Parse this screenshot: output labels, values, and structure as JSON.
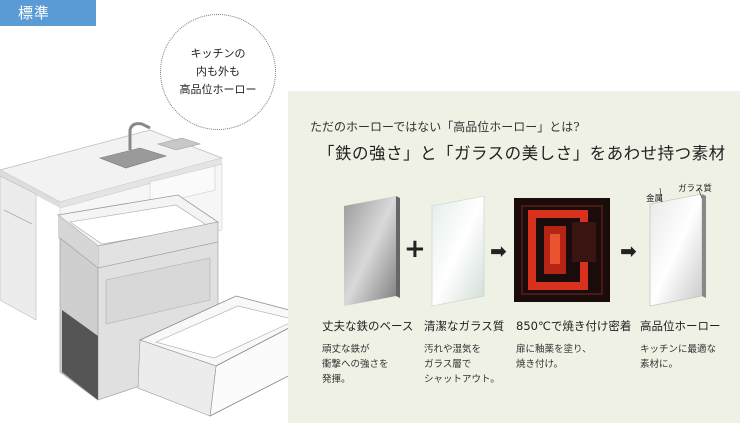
{
  "tag": "標準",
  "bubble": [
    "キッチンの",
    "内も外も",
    "高品位ホーロー"
  ],
  "intro": "ただのホーローではない「高品位ホーロー」とは?",
  "headline": "「鉄の強さ」と「ガラスの美しさ」をあわせ持つ素材",
  "operators": [
    "+",
    "➡",
    "➡"
  ],
  "labels": {
    "metal": "金属",
    "glass": "ガラス質"
  },
  "items": [
    {
      "title": "丈夫な鉄のベース",
      "desc": "頑丈な鉄が\n衝撃への強さを\n発揮。"
    },
    {
      "title": "清潔なガラス質",
      "desc": "汚れや湿気を\nガラス層で\nシャットアウト。"
    },
    {
      "title": "850℃で焼き付け密着",
      "desc": "扉に釉薬を塗り、\n焼き付け。"
    },
    {
      "title": "高品位ホーロー",
      "desc": "キッチンに最適な\n素材に。"
    }
  ],
  "colors": {
    "tag": "#5b9bd5",
    "panel": "#eef1e4",
    "fire": "#e8442a"
  }
}
